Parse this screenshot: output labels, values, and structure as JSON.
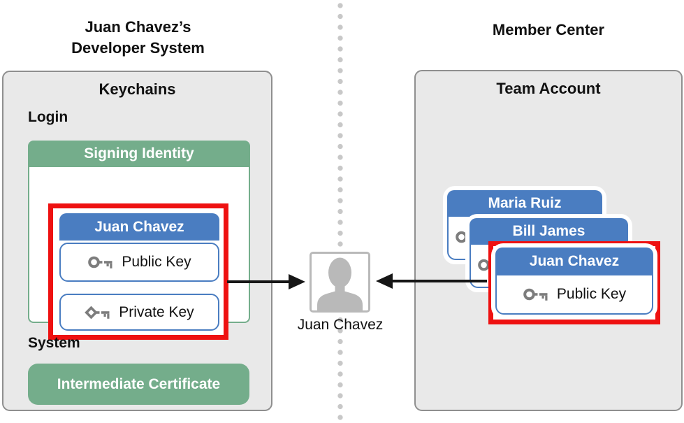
{
  "titles": {
    "left_line1": "Juan Chavez’s",
    "left_line2": "Developer System",
    "right": "Member Center"
  },
  "left_panel": {
    "title": "Keychains",
    "login_label": "Login",
    "signing_identity_title": "Signing Identity",
    "certificate": {
      "owner": "Juan Chavez",
      "public_key_label": "Public Key",
      "private_key_label": "Private Key"
    },
    "system_label": "System",
    "intermediate_certificate_label": "Intermediate Certificate"
  },
  "center": {
    "person_name": "Juan Chavez"
  },
  "right_panel": {
    "title": "Team Account",
    "cards": [
      {
        "owner": "Maria Ruiz"
      },
      {
        "owner": "Bill James"
      },
      {
        "owner": "Juan Chavez",
        "key_label": "Public Key"
      }
    ]
  },
  "icons": {
    "public_key": "key-with-ring-head",
    "private_key": "key-with-diamond-head",
    "person": "person-silhouette"
  },
  "colors": {
    "accent_blue": "#4a7dc1",
    "accent_green": "#74ad8b",
    "highlight_red": "#ee1111",
    "panel_gray": "#e9e9e9",
    "panel_border": "#8f8f8f",
    "icon_gray": "#7d7d7d",
    "person_gray": "#b9b9b9",
    "dot_gray": "#c8c8c8",
    "arrow_black": "#161616"
  }
}
